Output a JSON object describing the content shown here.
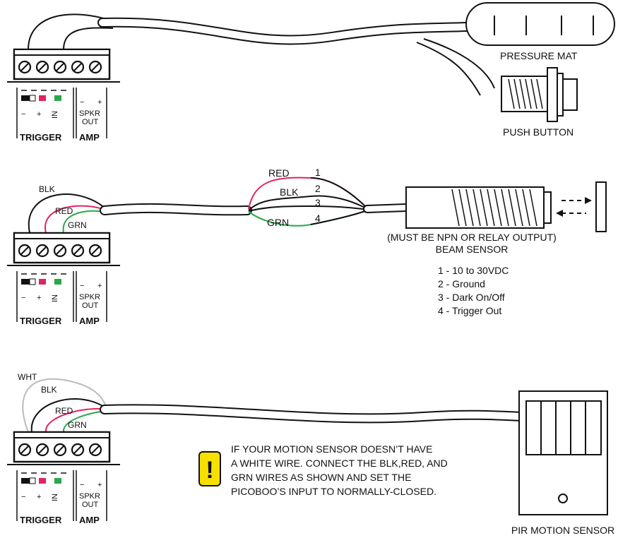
{
  "terminal": {
    "trigger_label": "TRIGGER",
    "amp_label": "AMP",
    "minus": "−",
    "plus": "+",
    "in_label": "IN",
    "spkr_label": "SPKR",
    "out_label": "OUT"
  },
  "section1": {
    "pressure_mat_label": "PRESSURE MAT",
    "push_button_label": "PUSH BUTTON"
  },
  "section2": {
    "wire_blk": "BLK",
    "wire_red": "RED",
    "wire_grn": "GRN",
    "sensor_red": "RED",
    "sensor_blk": "BLK",
    "sensor_grn": "GRN",
    "num1": "1",
    "num2": "2",
    "num3": "3",
    "num4": "4",
    "note": "(MUST BE NPN OR RELAY OUTPUT)",
    "beam_label": "BEAM SENSOR",
    "pins": [
      "1 - 10 to 30VDC",
      "2 - Ground",
      "3 - Dark On/Off",
      "4 - Trigger Out"
    ]
  },
  "section3": {
    "wire_wht": "WHT",
    "wire_blk": "BLK",
    "wire_red": "RED",
    "wire_grn": "GRN",
    "warning_lines": [
      "IF YOUR MOTION SENSOR DOESN’T HAVE",
      "A WHITE WIRE.  CONNECT THE BLK,RED, AND",
      "GRN WIRES AS SHOWN AND SET THE",
      "PICOBOO’S INPUT TO NORMALLY-CLOSED."
    ],
    "warning_glyph": "!",
    "pir_label": "PIR MOTION SENSOR"
  },
  "colors": {
    "red_wire": "#e0245e",
    "green_wire": "#2aa84a",
    "white_wire": "#bbbbbb",
    "warning_yellow": "#f7e000"
  }
}
